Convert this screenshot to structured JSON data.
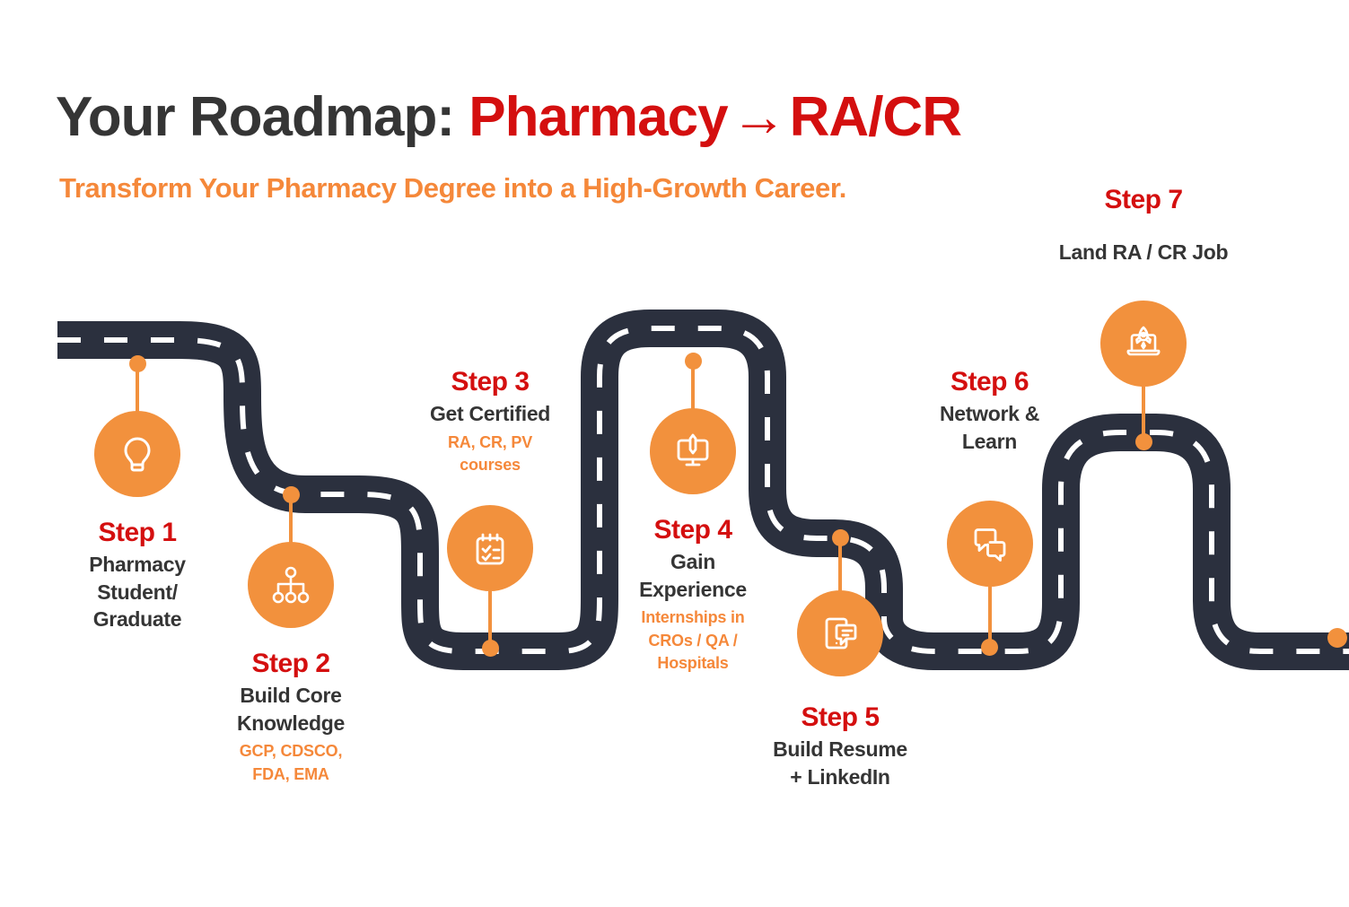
{
  "header": {
    "title_dark": "Your Roadmap:",
    "title_red_left": "Pharmacy",
    "title_arrow": "→",
    "title_red_right": "RA/CR",
    "subtitle": "Transform Your Pharmacy Degree into a High-Growth Career."
  },
  "colors": {
    "road": "#2B303E",
    "road_dash": "#FFFFFF",
    "accent_orange": "#F2913D",
    "subtitle_orange": "#F5883A",
    "step_red": "#D40F0F",
    "text_dark": "#353535",
    "background": "#FFFFFF"
  },
  "steps": [
    {
      "label": "Step 1",
      "title": "Pharmacy\nStudent/\nGraduate",
      "title_lines": [
        "Pharmacy",
        "Student/",
        "Graduate"
      ],
      "sub": "",
      "sub_lines": [],
      "icon": "lightbulb-icon"
    },
    {
      "label": "Step 2",
      "title": "Build Core\nKnowledge",
      "title_lines": [
        "Build Core",
        "Knowledge"
      ],
      "sub": "GCP, CDSCO,\nFDA, EMA",
      "sub_lines": [
        "GCP, CDSCO,",
        "FDA, EMA"
      ],
      "icon": "hierarchy-icon"
    },
    {
      "label": "Step 3",
      "title": "Get Certified",
      "title_lines": [
        "Get Certified"
      ],
      "sub": "RA, CR, PV\ncourses",
      "sub_lines": [
        "RA, CR, PV",
        "courses"
      ],
      "icon": "checklist-icon"
    },
    {
      "label": "Step 4",
      "title": "Gain\nExperience",
      "title_lines": [
        "Gain",
        "Experience"
      ],
      "sub": "Internships in\nCROs / QA /\nHospitals",
      "sub_lines": [
        "Internships in",
        "CROs / QA /",
        "Hospitals"
      ],
      "icon": "monitor-pen-icon"
    },
    {
      "label": "Step 5",
      "title": "Build Resume\n+ LinkedIn",
      "title_lines": [
        "Build Resume",
        "+ LinkedIn"
      ],
      "sub": "",
      "sub_lines": [],
      "icon": "tablet-chat-icon"
    },
    {
      "label": "Step 6",
      "title": "Network &\nLearn",
      "title_lines": [
        "Network &",
        "Learn"
      ],
      "sub": "",
      "sub_lines": [],
      "icon": "chat-bubbles-icon"
    },
    {
      "label": "Step 7",
      "title": "Land RA / CR Job",
      "title_lines": [
        "Land RA / CR Job"
      ],
      "sub": "",
      "sub_lines": [],
      "icon": "laptop-rocket-icon"
    }
  ]
}
